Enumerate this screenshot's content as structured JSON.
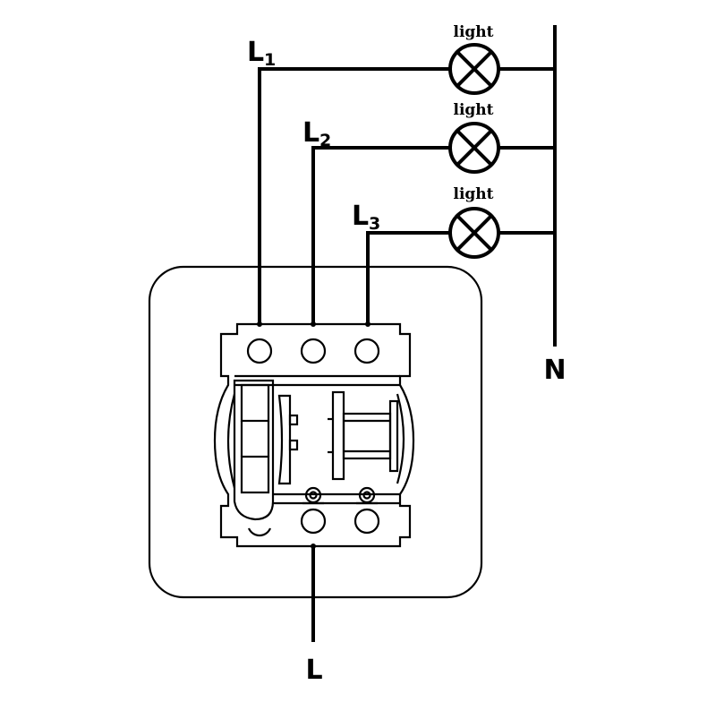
{
  "diagram": {
    "lamps": [
      {
        "label": "light"
      },
      {
        "label": "light"
      },
      {
        "label": "light"
      }
    ],
    "lines": [
      {
        "letter": "L",
        "sub": "1"
      },
      {
        "letter": "L",
        "sub": "2"
      },
      {
        "letter": "L",
        "sub": "3"
      }
    ],
    "neutral_label": "N",
    "live_label": "L"
  }
}
